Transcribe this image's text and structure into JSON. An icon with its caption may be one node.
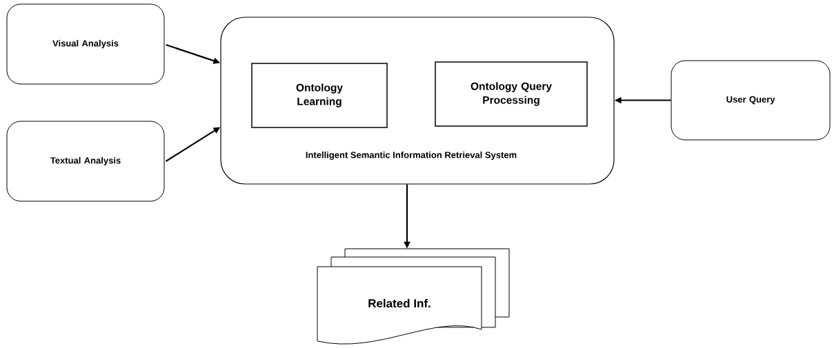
{
  "diagram": {
    "nodes": [
      {
        "text": [
          "Visual Analysis"
        ]
      },
      {
        "text": [
          "Intelligent Semantic Information Retrieval System"
        ]
      },
      {
        "text": [
          "Ontology Learning"
        ],
        "in": 1
      },
      {
        "text": [
          "Ontology Query Processing"
        ],
        "in": 1
      },
      {
        "text": [
          "User Query"
        ]
      },
      {
        "text": [
          "Textual Analysis"
        ]
      },
      {
        "text": [
          "Related Inf."
        ]
      }
    ],
    "edges": [
      {
        "from": 0,
        "to": 1,
        "arrow": "to"
      },
      {
        "from": 5,
        "to": 1,
        "arrow": "to"
      },
      {
        "from": 4,
        "to": 1,
        "arrow": "to"
      },
      {
        "from": 1,
        "to": 6,
        "arrow": "to"
      }
    ]
  }
}
